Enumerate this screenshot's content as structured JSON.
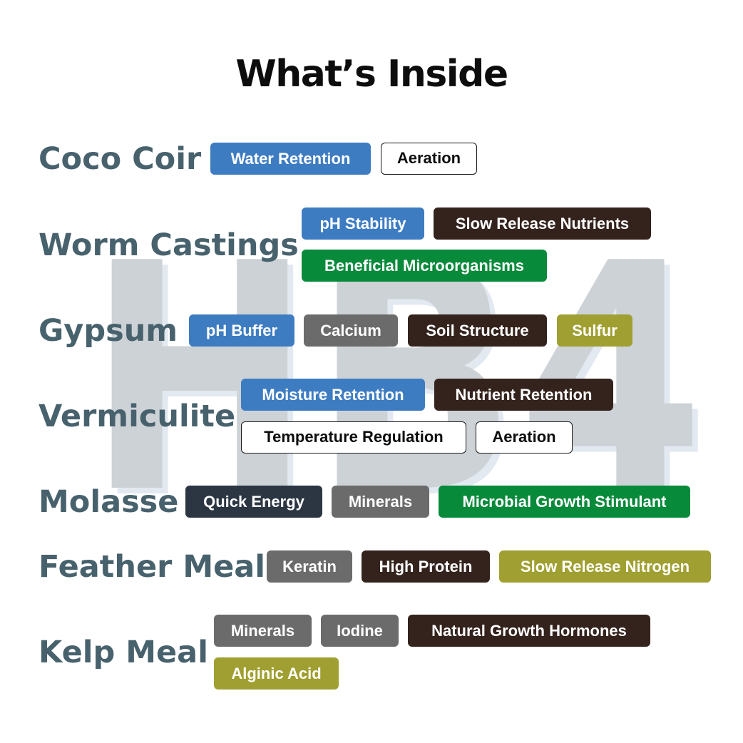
{
  "title": "What’s Inside",
  "watermark": "HB4",
  "colors": {
    "blue": "#3e7cc2",
    "brown": "#34231d",
    "green": "#088a3b",
    "gray": "#6b6b6b",
    "olive": "#a09f31",
    "navy": "#2c3643",
    "ingredient_text": "#48626d"
  },
  "ingredients": [
    {
      "name": "Coco Coir",
      "tags": [
        "Water Retention",
        "Aeration"
      ]
    },
    {
      "name": "Worm Castings",
      "tags": [
        "pH Stability",
        "Slow Release Nutrients",
        "Beneficial Microorganisms"
      ]
    },
    {
      "name": "Gypsum",
      "tags": [
        "pH Buffer",
        "Calcium",
        "Soil Structure",
        "Sulfur"
      ]
    },
    {
      "name": "Vermiculite",
      "tags": [
        "Moisture Retention",
        "Nutrient Retention",
        "Temperature Regulation",
        "Aeration"
      ]
    },
    {
      "name": "Molasse",
      "tags": [
        "Quick Energy",
        "Minerals",
        "Microbial Growth Stimulant"
      ]
    },
    {
      "name": "Feather Meal",
      "tags": [
        "Keratin",
        "High Protein",
        "Slow Release Nitrogen"
      ]
    },
    {
      "name": "Kelp Meal",
      "tags": [
        "Minerals",
        "Iodine",
        "Natural Growth Hormones",
        "Alginic Acid"
      ]
    }
  ]
}
